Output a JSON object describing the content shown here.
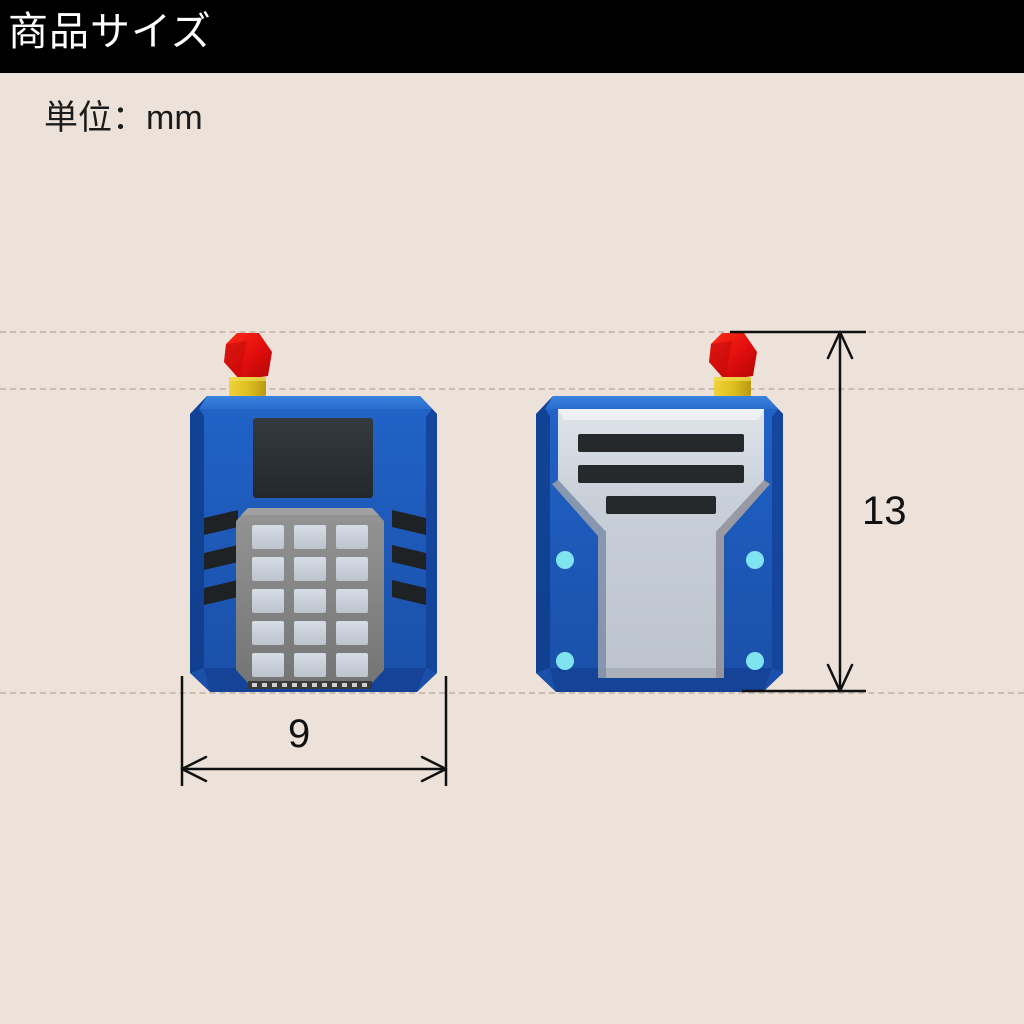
{
  "header": {
    "title": "商品サイズ"
  },
  "unit_note": {
    "text": "単位：mm"
  },
  "dimensions": {
    "width": {
      "value": "9",
      "axis": "horizontal",
      "unit": "mm"
    },
    "height": {
      "value": "13",
      "axis": "vertical",
      "unit": "mm"
    }
  },
  "views": {
    "front": {
      "name": "front-view",
      "keypad_rows": 5,
      "keypad_cols": 3,
      "vents_per_side": 3
    },
    "back": {
      "name": "back-view",
      "slots": 3,
      "screws": 4
    }
  },
  "colors": {
    "background": "#ece2d9",
    "header_bg": "#000000",
    "header_text": "#ffffff",
    "body_blue": "#1a52b0",
    "body_blue_light": "#2d74d8",
    "body_blue_dark": "#123a80",
    "antenna_red": "#e81010",
    "antenna_yellow": "#e0c020",
    "screen_dark": "#2b2f33",
    "keypad_gray": "#8a8a8a",
    "key_gray": "#ccd2db",
    "cover_gray": "#c3c9d2",
    "screw_cyan": "#7fe3f0",
    "guide_line": "#c9bdb2",
    "dimension_line": "#111111"
  }
}
